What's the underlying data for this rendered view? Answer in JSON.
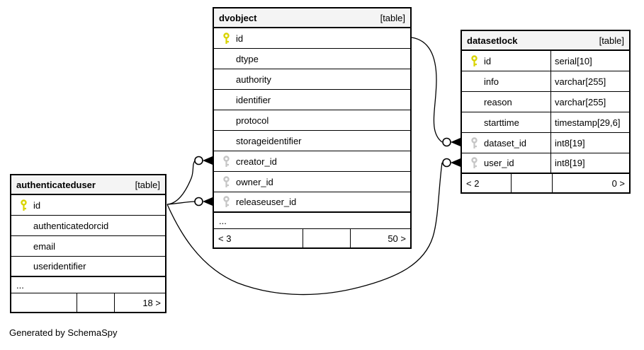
{
  "diagram": {
    "generator_note": "Generated by SchemaSpy",
    "colors": {
      "background": "#ffffff",
      "table_border": "#000000",
      "header_bg": "#f4f4f4",
      "primary_key": "#d9d400",
      "foreign_key": "#c6c6c6",
      "relationship_line": "#000000"
    },
    "tables": [
      {
        "name": "dvobject",
        "badge": "[table]",
        "columns": [
          {
            "name": "id",
            "key": "primary"
          },
          {
            "name": "dtype",
            "key": ""
          },
          {
            "name": "authority",
            "key": ""
          },
          {
            "name": "identifier",
            "key": ""
          },
          {
            "name": "protocol",
            "key": ""
          },
          {
            "name": "storageidentifier",
            "key": ""
          },
          {
            "name": "creator_id",
            "key": "foreign"
          },
          {
            "name": "owner_id",
            "key": "foreign"
          },
          {
            "name": "releaseuser_id",
            "key": "foreign"
          }
        ],
        "ellipsis": "...",
        "footer": {
          "left": "< 3",
          "middle": "",
          "right": "50 >"
        }
      },
      {
        "name": "datasetlock",
        "badge": "[table]",
        "columns": [
          {
            "name": "id",
            "type": "serial[10]",
            "key": "primary"
          },
          {
            "name": "info",
            "type": "varchar[255]",
            "key": ""
          },
          {
            "name": "reason",
            "type": "varchar[255]",
            "key": ""
          },
          {
            "name": "starttime",
            "type": "timestamp[29,6]",
            "key": ""
          },
          {
            "name": "dataset_id",
            "type": "int8[19]",
            "key": "foreign"
          },
          {
            "name": "user_id",
            "type": "int8[19]",
            "key": "foreign"
          }
        ],
        "footer": {
          "left": "< 2",
          "middle": "",
          "right": "0 >"
        }
      },
      {
        "name": "authenticateduser",
        "badge": "[table]",
        "columns": [
          {
            "name": "id",
            "key": "primary"
          },
          {
            "name": "authenticatedorcid",
            "key": ""
          },
          {
            "name": "email",
            "key": ""
          },
          {
            "name": "useridentifier",
            "key": ""
          }
        ],
        "ellipsis": "...",
        "footer": {
          "left": "",
          "middle": "",
          "right": "18 >"
        }
      }
    ],
    "relationships": [
      {
        "from": "dvobject.id",
        "to": "datasetlock.dataset_id"
      },
      {
        "from": "authenticateduser.id",
        "to": "dvobject.creator_id"
      },
      {
        "from": "authenticateduser.id",
        "to": "dvobject.releaseuser_id"
      },
      {
        "from": "authenticateduser.id",
        "to": "datasetlock.user_id"
      }
    ]
  }
}
